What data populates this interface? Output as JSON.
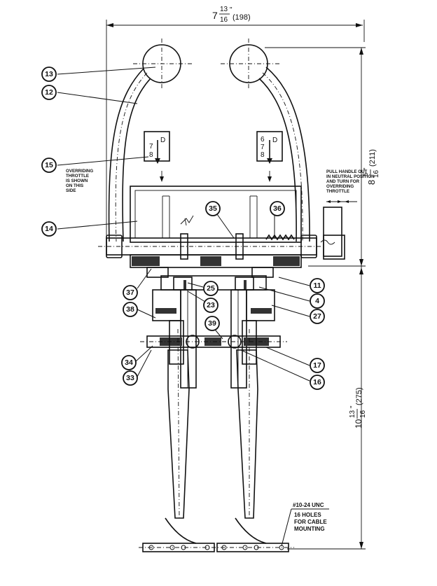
{
  "dimensions": {
    "width_whole": "7",
    "width_num": "13",
    "width_den": "16",
    "width_unit_mark": "\"",
    "width_metric": "(198)",
    "upper_whole": "8",
    "upper_num": "5",
    "upper_den": "16",
    "upper_unit_mark": "\"",
    "upper_metric": "(211)",
    "lower_whole": "10",
    "lower_num": "13",
    "lower_den": "16",
    "lower_unit_mark": "\"",
    "lower_metric": "(275)"
  },
  "notes": {
    "overriding_1": "OVERRIDING",
    "overriding_2": "THROTTLE",
    "overriding_3": "IS SHOWN",
    "overriding_4": "ON THIS",
    "overriding_5": "SIDE",
    "pull_1": "PULL HANDLE OUT",
    "pull_2": "IN NEUTRAL POSITION",
    "pull_3": "AND TURN FOR",
    "pull_4": "OVERRIDING",
    "pull_5": "THROTTLE",
    "mount_1": "#10-24 UNC",
    "mount_2": "16 HOLES",
    "mount_3": "FOR CABLE",
    "mount_4": "MOUNTING"
  },
  "dial_left": {
    "d": "D",
    "n7": "7",
    "n8": "8"
  },
  "dial_right": {
    "n6": "6",
    "d": "D",
    "n7": "7",
    "n8": "8"
  },
  "callouts": {
    "c13": "13",
    "c12": "12",
    "c15": "15",
    "c14": "14",
    "c35": "35",
    "c36": "36",
    "c37": "37",
    "c11": "11",
    "c25": "25",
    "c4": "4",
    "c23": "23",
    "c27": "27",
    "c38": "38",
    "c39": "39",
    "c34": "34",
    "c33": "33",
    "c17": "17",
    "c16": "16"
  }
}
